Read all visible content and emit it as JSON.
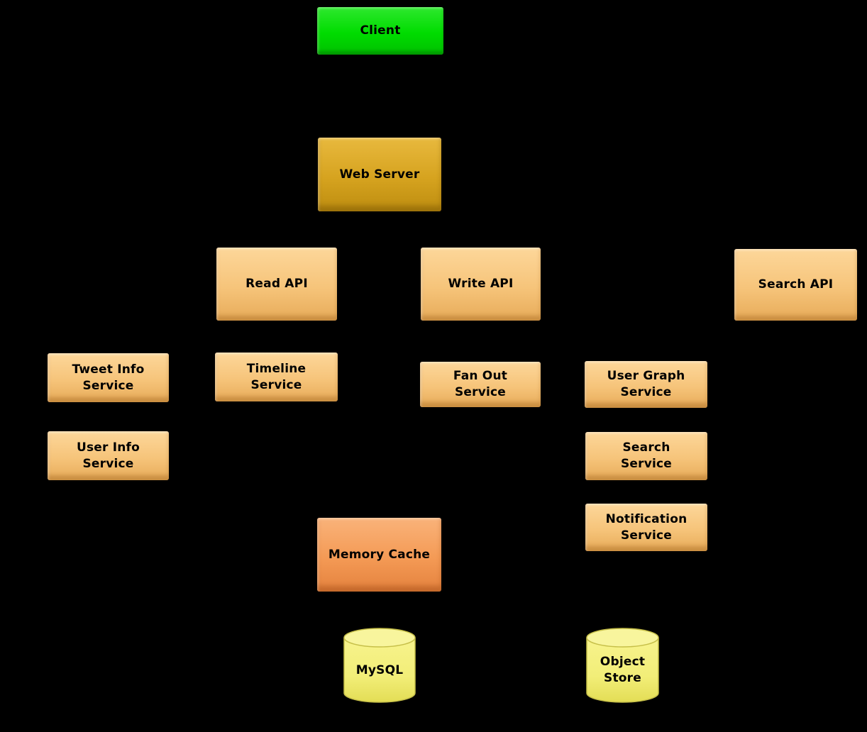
{
  "palette": {
    "background": "#000000",
    "client_green": "#00dc00",
    "web_server_gold": "#d6a31f",
    "service_tan": "#f6c47a",
    "cache_orange": "#f49a55",
    "datastore_yellow": "#f2ee78",
    "label_text": "#000000"
  },
  "diagram": {
    "nodes": [
      {
        "id": "client",
        "label": "Client",
        "shape": "box",
        "color": "#00dc00"
      },
      {
        "id": "web-server",
        "label": "Web Server",
        "shape": "box",
        "color": "#d6a31f"
      },
      {
        "id": "read-api",
        "label": "Read API",
        "shape": "box",
        "color": "#f6c47a"
      },
      {
        "id": "write-api",
        "label": "Write API",
        "shape": "box",
        "color": "#f6c47a"
      },
      {
        "id": "search-api",
        "label": "Search API",
        "shape": "box",
        "color": "#f6c47a"
      },
      {
        "id": "tweet-info-service",
        "label": "Tweet Info\nService",
        "shape": "box",
        "color": "#f6c47a"
      },
      {
        "id": "timeline-service",
        "label": "Timeline\nService",
        "shape": "box",
        "color": "#f6c47a"
      },
      {
        "id": "fan-out-service",
        "label": "Fan Out\nService",
        "shape": "box",
        "color": "#f6c47a"
      },
      {
        "id": "user-graph-service",
        "label": "User Graph\nService",
        "shape": "box",
        "color": "#f6c47a"
      },
      {
        "id": "user-info-service",
        "label": "User Info\nService",
        "shape": "box",
        "color": "#f6c47a"
      },
      {
        "id": "search-service",
        "label": "Search\nService",
        "shape": "box",
        "color": "#f6c47a"
      },
      {
        "id": "notification-service",
        "label": "Notification\nService",
        "shape": "box",
        "color": "#f6c47a"
      },
      {
        "id": "memory-cache",
        "label": "Memory Cache",
        "shape": "box",
        "color": "#f49a55"
      },
      {
        "id": "mysql",
        "label": "MySQL",
        "shape": "cylinder",
        "color": "#f2ee78"
      },
      {
        "id": "object-store",
        "label": "Object\nStore",
        "shape": "cylinder",
        "color": "#f2ee78"
      }
    ]
  }
}
